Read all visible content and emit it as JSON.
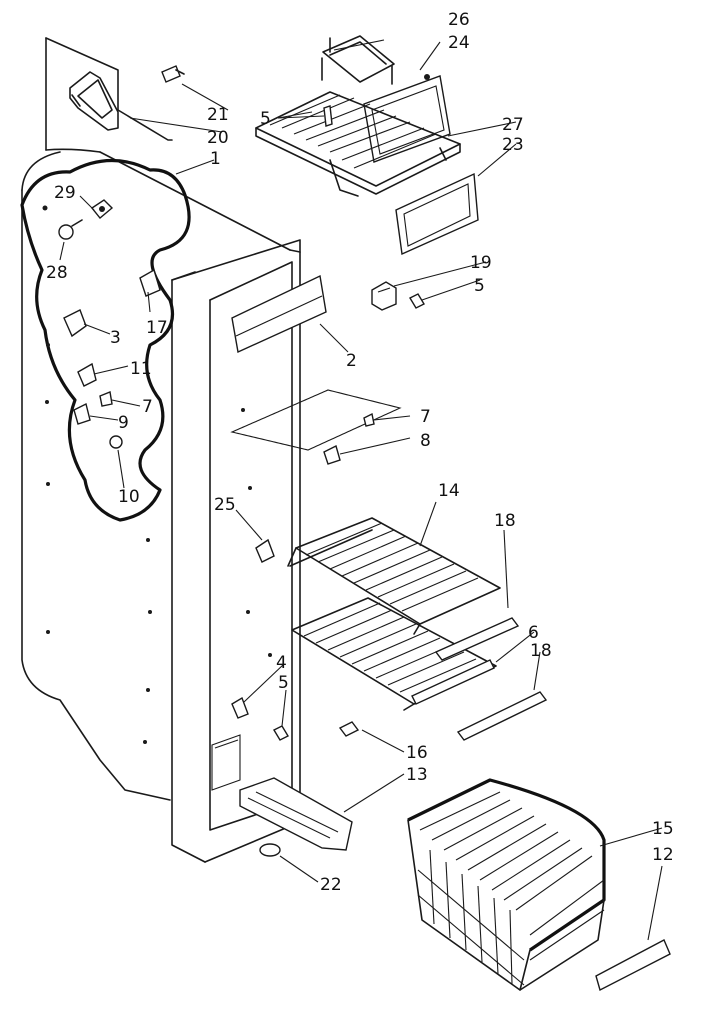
{
  "callouts": [
    {
      "id": "c26",
      "text": "26"
    },
    {
      "id": "c24",
      "text": "24"
    },
    {
      "id": "c21",
      "text": "21"
    },
    {
      "id": "c20",
      "text": "20"
    },
    {
      "id": "c1",
      "text": "1"
    },
    {
      "id": "c5a",
      "text": "5"
    },
    {
      "id": "c27",
      "text": "27"
    },
    {
      "id": "c23",
      "text": "23"
    },
    {
      "id": "c29",
      "text": "29"
    },
    {
      "id": "c28",
      "text": "28"
    },
    {
      "id": "c17",
      "text": "17"
    },
    {
      "id": "c19",
      "text": "19"
    },
    {
      "id": "c5b",
      "text": "5"
    },
    {
      "id": "c3",
      "text": "3"
    },
    {
      "id": "c2",
      "text": "2"
    },
    {
      "id": "c11",
      "text": "11"
    },
    {
      "id": "c7a",
      "text": "7"
    },
    {
      "id": "c9",
      "text": "9"
    },
    {
      "id": "c7b",
      "text": "7"
    },
    {
      "id": "c8",
      "text": "8"
    },
    {
      "id": "c10",
      "text": "10"
    },
    {
      "id": "c14",
      "text": "14"
    },
    {
      "id": "c25",
      "text": "25"
    },
    {
      "id": "c18a",
      "text": "18"
    },
    {
      "id": "c6",
      "text": "6"
    },
    {
      "id": "c18b",
      "text": "18"
    },
    {
      "id": "c4",
      "text": "4"
    },
    {
      "id": "c5c",
      "text": "5"
    },
    {
      "id": "c16",
      "text": "16"
    },
    {
      "id": "c13",
      "text": "13"
    },
    {
      "id": "c15",
      "text": "15"
    },
    {
      "id": "c12",
      "text": "12"
    },
    {
      "id": "c22",
      "text": "22"
    }
  ]
}
